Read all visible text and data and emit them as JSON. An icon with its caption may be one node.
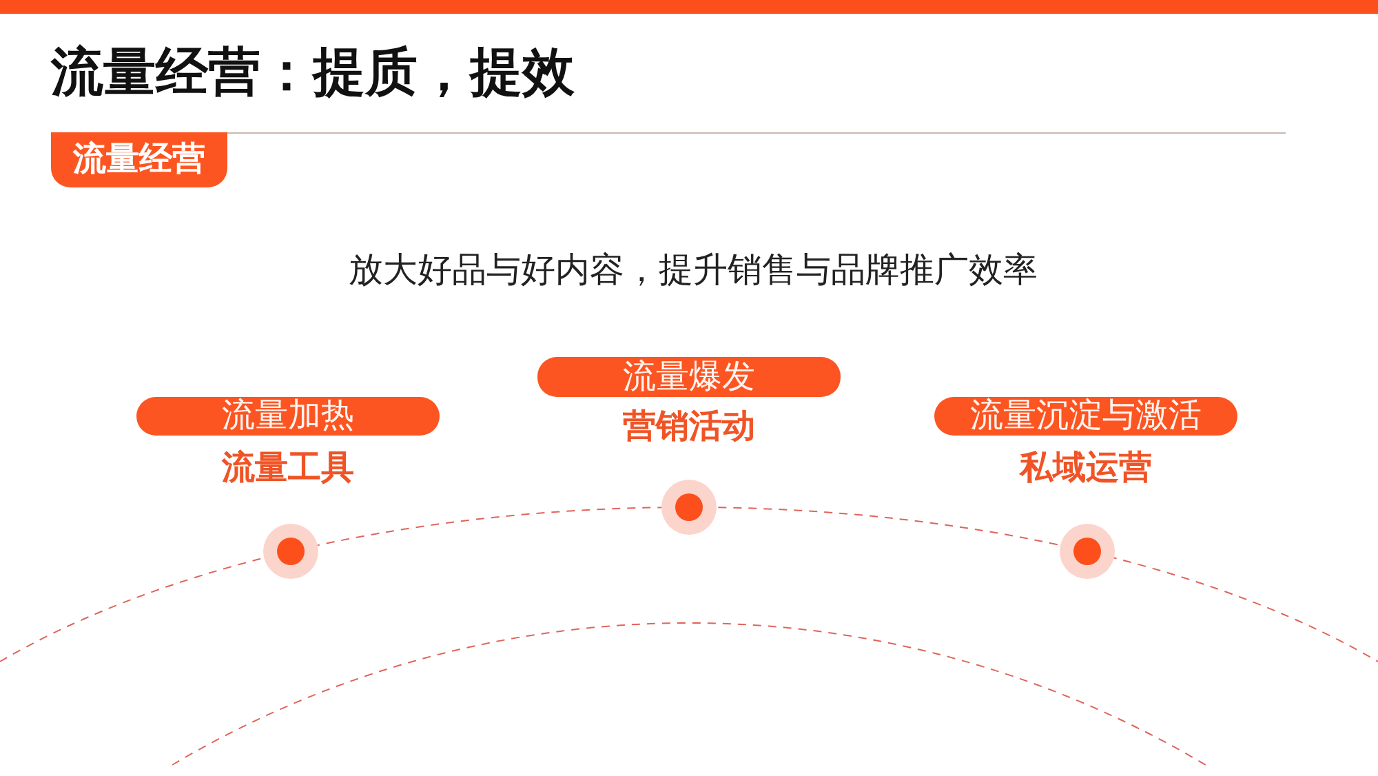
{
  "diagram": {
    "title": "流量经营：提质，提效",
    "nodes": [
      {
        "text": [
          "流量经营"
        ]
      },
      {
        "text": [
          "流量加热"
        ],
        "beside": [
          "流量工具"
        ]
      },
      {
        "text": [
          "流量爆发"
        ],
        "beside": [
          "营销活动"
        ]
      },
      {
        "text": [
          "流量沉淀与激活"
        ],
        "beside": [
          "私域运营"
        ]
      }
    ],
    "labels": [
      "放大好品与好内容，提升销售与品牌推广效率"
    ]
  }
}
